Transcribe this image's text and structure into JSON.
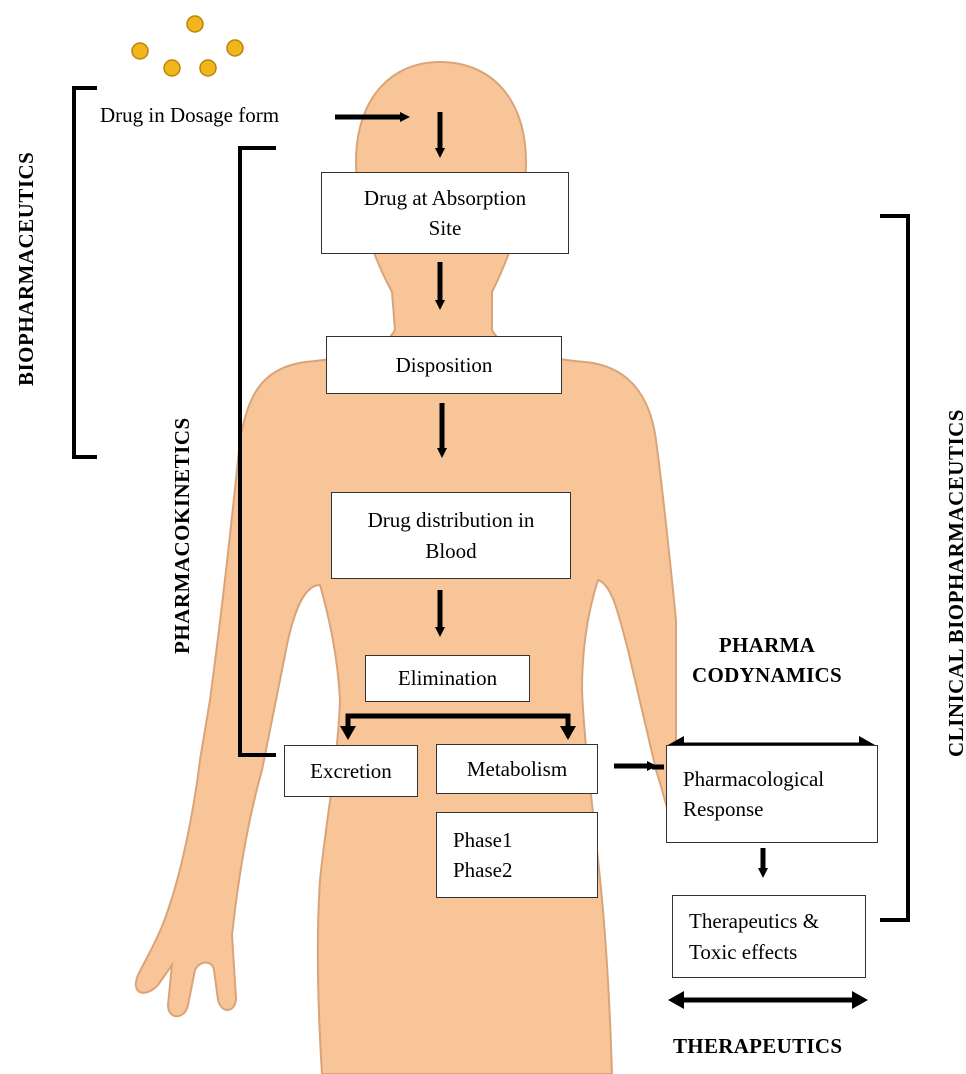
{
  "colors": {
    "body_fill": "#f7c597",
    "body_outline": "#d9a47a",
    "pill": "#f2b51c",
    "pill_outline": "#b8860b",
    "arrow": "#000000",
    "box_border": "#333333"
  },
  "side_labels": {
    "biopharmaceutics": "BIOPHARMACEUTICS",
    "pharmacokinetics": "PHARMACOKINETICS",
    "clinical": "CLINICAL BIOPHARMACEUTICS"
  },
  "start_label": "Drug in Dosage form",
  "boxes": {
    "absorption_site": [
      "Drug at Absorption",
      "Site"
    ],
    "disposition": "Disposition",
    "distribution": [
      "Drug distribution in",
      "Blood"
    ],
    "elimination": "Elimination",
    "excretion": "Excretion",
    "metabolism": "Metabolism",
    "phases": [
      "Phase1",
      "Phase2"
    ],
    "pharmacological_response": [
      "Pharmacological",
      "Response"
    ],
    "therapeutic_toxic": [
      "Therapeutics &",
      "Toxic effects"
    ]
  },
  "headings": {
    "pharmacodynamics": [
      "PHARMA",
      "CODYNAMICS"
    ],
    "therapeutics": "THERAPEUTICS"
  },
  "icons": {
    "pills": "pill-icon",
    "arrows": "arrow-icon"
  }
}
